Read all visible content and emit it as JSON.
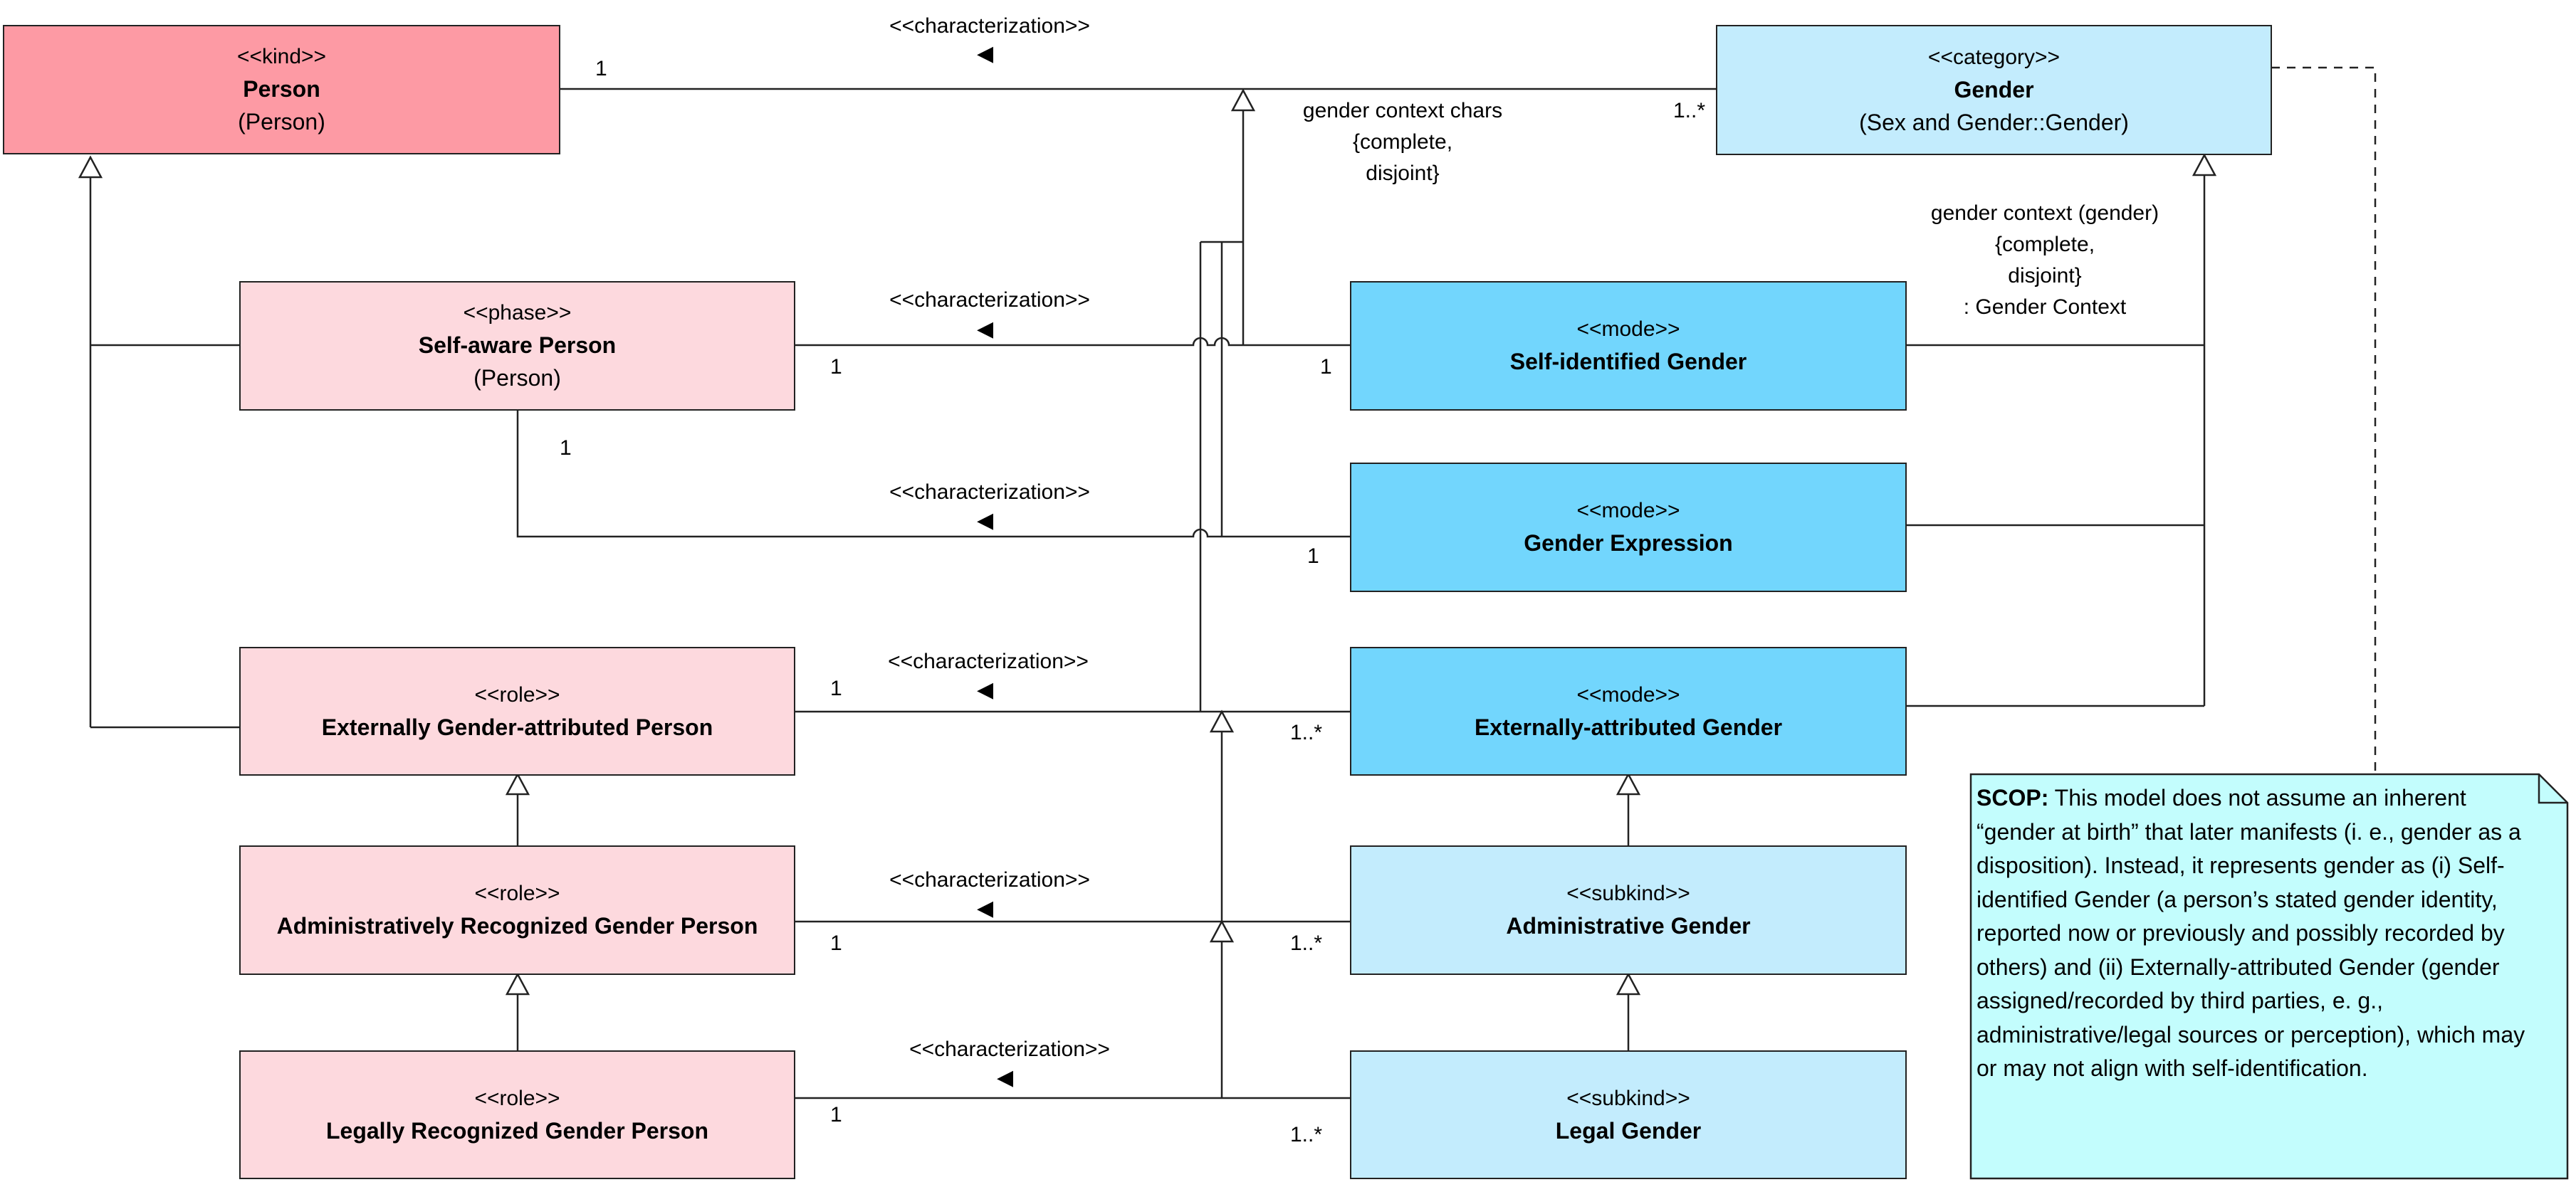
{
  "classes": {
    "person": {
      "stereotype": "<<kind>>",
      "name": "Person",
      "sub": "(Person)",
      "color": "#fd9aa4"
    },
    "self_aware_person": {
      "stereotype": "<<phase>>",
      "name": "Self-aware Person",
      "sub": "(Person)",
      "color": "#fdd9de"
    },
    "ext_attr_person": {
      "stereotype": "<<role>>",
      "name": "Externally Gender-attributed Person",
      "color": "#fdd9de"
    },
    "admin_person": {
      "stereotype": "<<role>>",
      "name": "Administratively Recognized Gender Person",
      "color": "#fdd9de"
    },
    "legal_person": {
      "stereotype": "<<role>>",
      "name": "Legally Recognized Gender Person",
      "color": "#fdd9de"
    },
    "gender": {
      "stereotype": "<<category>>",
      "name": "Gender",
      "sub": "(Sex and Gender::Gender)",
      "color": "#c3ecfd"
    },
    "self_identified_gender": {
      "stereotype": "<<mode>>",
      "name": "Self-identified Gender",
      "color": "#72d6fd"
    },
    "gender_expression": {
      "stereotype": "<<mode>>",
      "name": "Gender Expression",
      "color": "#72d6fd"
    },
    "ext_attr_gender": {
      "stereotype": "<<mode>>",
      "name": "Externally-attributed Gender",
      "color": "#72d6fd"
    },
    "admin_gender": {
      "stereotype": "<<subkind>>",
      "name": "Administrative Gender",
      "color": "#c3ecfd"
    },
    "legal_gender": {
      "stereotype": "<<subkind>>",
      "name": "Legal Gender",
      "color": "#c3ecfd"
    }
  },
  "relations": {
    "characterization_label": "<<characterization>>",
    "arrow_glyph": "◀",
    "m_person_gender_src": "1",
    "m_person_gender_tgt": "1..*",
    "m_self_aware_src": "1",
    "m_self_identified_tgt": "1",
    "m_expr_src": "1",
    "m_expr_tgt": "1",
    "m_ext_src": "1",
    "m_ext_tgt": "1..*",
    "m_admin_src": "1",
    "m_admin_tgt": "1..*",
    "m_legal_src": "1",
    "m_legal_tgt": "1..*"
  },
  "generalization_sets": {
    "gender_context_chars": [
      "gender context chars",
      "{complete,",
      "disjoint}"
    ],
    "gender_context": [
      "gender context (gender)",
      "{complete,",
      "disjoint}",
      ": Gender Context"
    ]
  },
  "note": {
    "label": "SCOP:",
    "text": "This model does not assume an inherent “gender at birth” that later manifests (i. e., gender as a disposition). Instead, it represents gender as (i) Self-identified Gender (a person’s stated gender identity, reported now or previously and possibly recorded by others) and (ii) Externally-attributed Gender (gender assigned/recorded by third parties, e. g., administrative/legal sources or perception), which may or may not align with self-identification.",
    "color": "#c3fdfd"
  }
}
